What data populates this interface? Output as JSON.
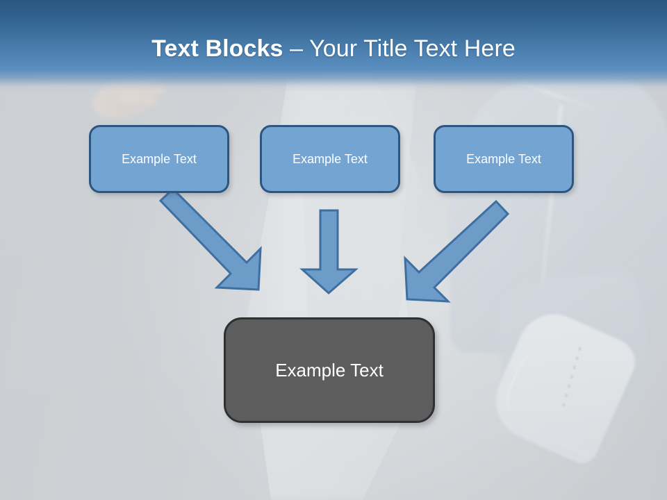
{
  "slide": {
    "title": {
      "bold_part": "Text Blocks ",
      "separator": "– ",
      "normal_part": "Your Title Text Here"
    },
    "background": {
      "description": "person-in-jeans-and-sneakers-photo",
      "base_color": "#cfd3d6"
    }
  },
  "header": {
    "gradient_top": "#2b5680",
    "gradient_bottom": "#5b8fc0"
  },
  "diagram": {
    "top_boxes": [
      {
        "label": "Example Text",
        "fill": "#74a4d2",
        "border": "#2c5680"
      },
      {
        "label": "Example Text",
        "fill": "#74a4d2",
        "border": "#2c5680"
      },
      {
        "label": "Example Text",
        "fill": "#74a4d2",
        "border": "#2c5680"
      }
    ],
    "arrows": [
      {
        "direction": "down-right",
        "fill": "#6d9cc9",
        "border": "#3f6fa0"
      },
      {
        "direction": "down",
        "fill": "#6d9cc9",
        "border": "#3f6fa0"
      },
      {
        "direction": "down-left",
        "fill": "#6d9cc9",
        "border": "#3f6fa0"
      }
    ],
    "result_box": {
      "label": "Example Text",
      "fill": "#5d5d5d",
      "border": "#2f3031"
    }
  }
}
